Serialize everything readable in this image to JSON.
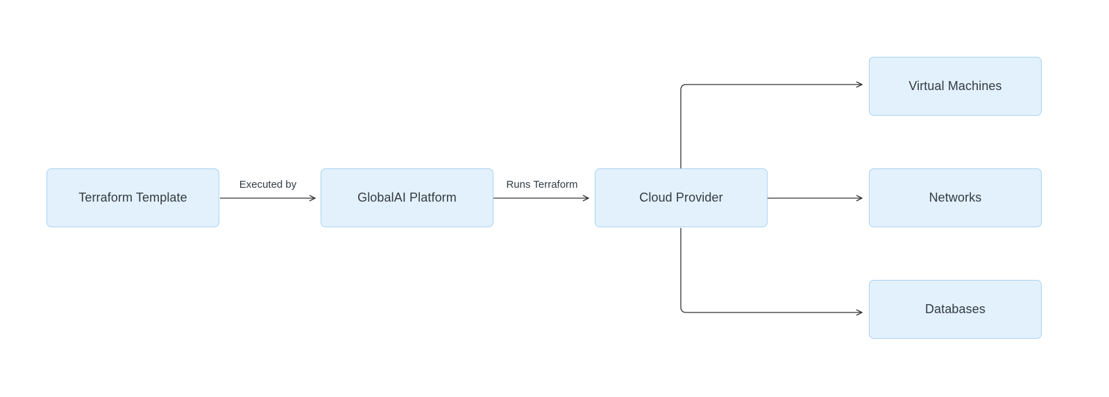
{
  "diagram": {
    "nodes": {
      "terraform_template": "Terraform Template",
      "globalai_platform": "GlobalAI Platform",
      "cloud_provider": "Cloud Provider",
      "virtual_machines": "Virtual Machines",
      "networks": "Networks",
      "databases": "Databases"
    },
    "edges": {
      "executed_by": "Executed by",
      "runs_terraform": "Runs Terraform"
    },
    "colors": {
      "node_fill": "#e3f1fc",
      "node_border": "#a9d3f3",
      "edge": "#333333",
      "text": "#333a40"
    }
  }
}
